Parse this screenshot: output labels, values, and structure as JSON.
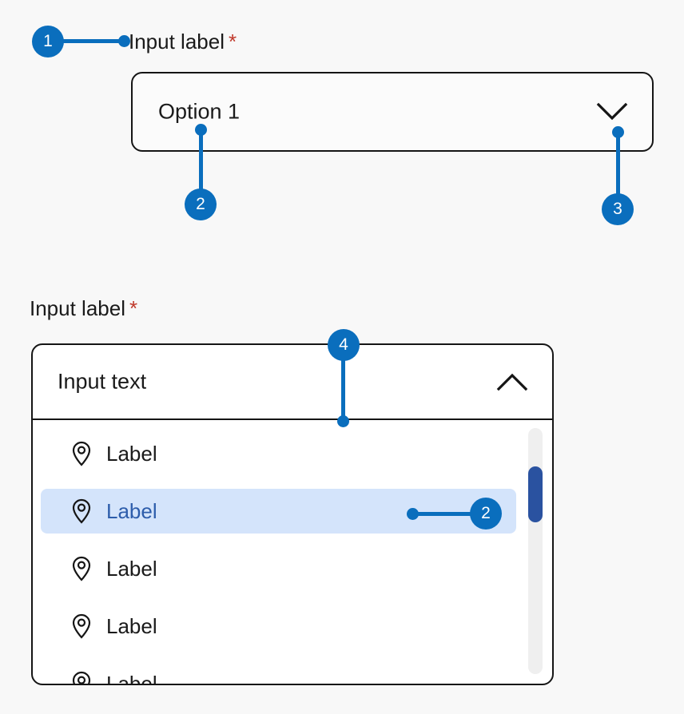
{
  "page": {
    "background": "#f8f8f8",
    "accent": "#0a6ebd",
    "required_star": "*",
    "required_star_color": "#c0392b"
  },
  "select_closed": {
    "label": "Input label",
    "value": "Option 1",
    "chevron_icon": "chevron-down-icon"
  },
  "combobox_open": {
    "label": "Input label",
    "value": "Input text",
    "chevron_icon": "chevron-up-icon",
    "options": [
      {
        "icon": "map-pin-icon",
        "label": "Label",
        "selected": false
      },
      {
        "icon": "map-pin-icon",
        "label": "Label",
        "selected": true
      },
      {
        "icon": "map-pin-icon",
        "label": "Label",
        "selected": false
      },
      {
        "icon": "map-pin-icon",
        "label": "Label",
        "selected": false
      },
      {
        "icon": "map-pin-icon",
        "label": "Label",
        "selected": false
      }
    ],
    "scrollbar": {
      "track_color": "#efefef",
      "thumb_color": "#2a52a0"
    }
  },
  "annotations": [
    {
      "number": "1",
      "target": "input-label"
    },
    {
      "number": "2",
      "target": "selected-value"
    },
    {
      "number": "3",
      "target": "chevron-toggle"
    },
    {
      "number": "4",
      "target": "list-divider"
    },
    {
      "number": "2",
      "target": "selected-option"
    }
  ]
}
